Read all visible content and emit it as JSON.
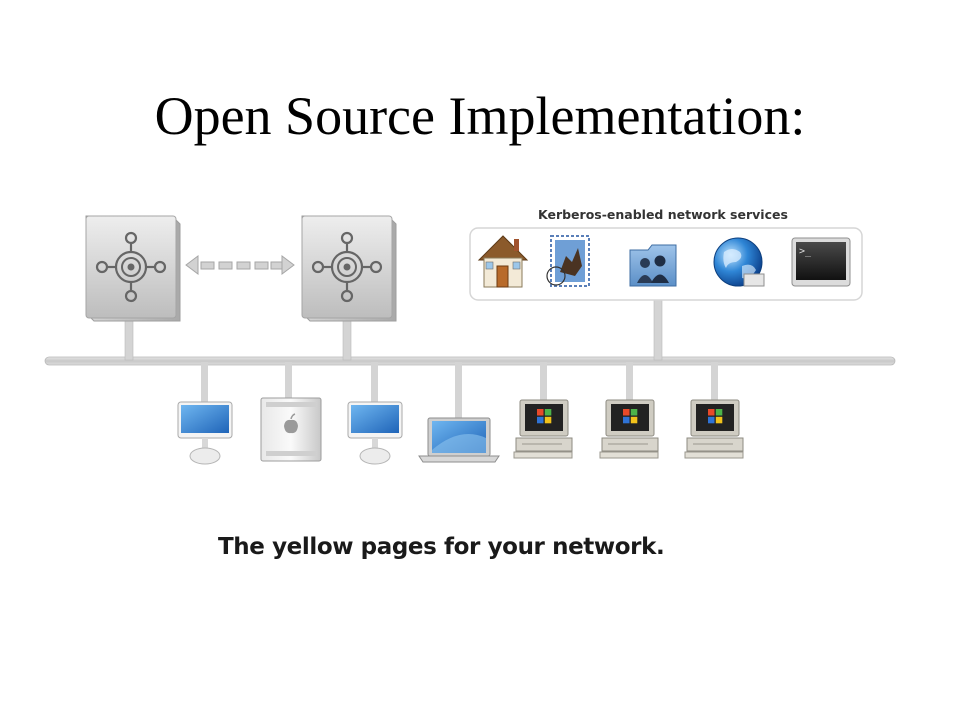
{
  "slide": {
    "title": "Open Source Implementation:",
    "caption": "The yellow pages for your network."
  },
  "services_panel": {
    "label": "Kerberos-enabled network services",
    "services": [
      {
        "name": "home-folder",
        "icon": "house-icon"
      },
      {
        "name": "mail",
        "icon": "mail-stamp-icon"
      },
      {
        "name": "file-sharing",
        "icon": "users-folder-icon"
      },
      {
        "name": "web",
        "icon": "globe-icon"
      },
      {
        "name": "terminal",
        "icon": "terminal-icon"
      }
    ]
  },
  "servers": [
    {
      "name": "directory-server-primary",
      "icon": "server-icon"
    },
    {
      "name": "directory-server-replica",
      "icon": "server-icon"
    }
  ],
  "clients": [
    {
      "name": "imac-client-1",
      "icon": "imac-icon"
    },
    {
      "name": "power-mac-client",
      "icon": "power-mac-icon"
    },
    {
      "name": "imac-client-2",
      "icon": "imac-icon"
    },
    {
      "name": "powerbook-client",
      "icon": "laptop-icon"
    },
    {
      "name": "windows-pc-client-1",
      "icon": "windows-pc-icon"
    },
    {
      "name": "windows-pc-client-2",
      "icon": "windows-pc-icon"
    },
    {
      "name": "windows-pc-client-3",
      "icon": "windows-pc-icon"
    }
  ],
  "colors": {
    "network_line": "#cfcfcf",
    "server_body": "#d4d4d4",
    "screen_blue": "#3d8fd8",
    "panel_border": "#d6d6d6"
  }
}
